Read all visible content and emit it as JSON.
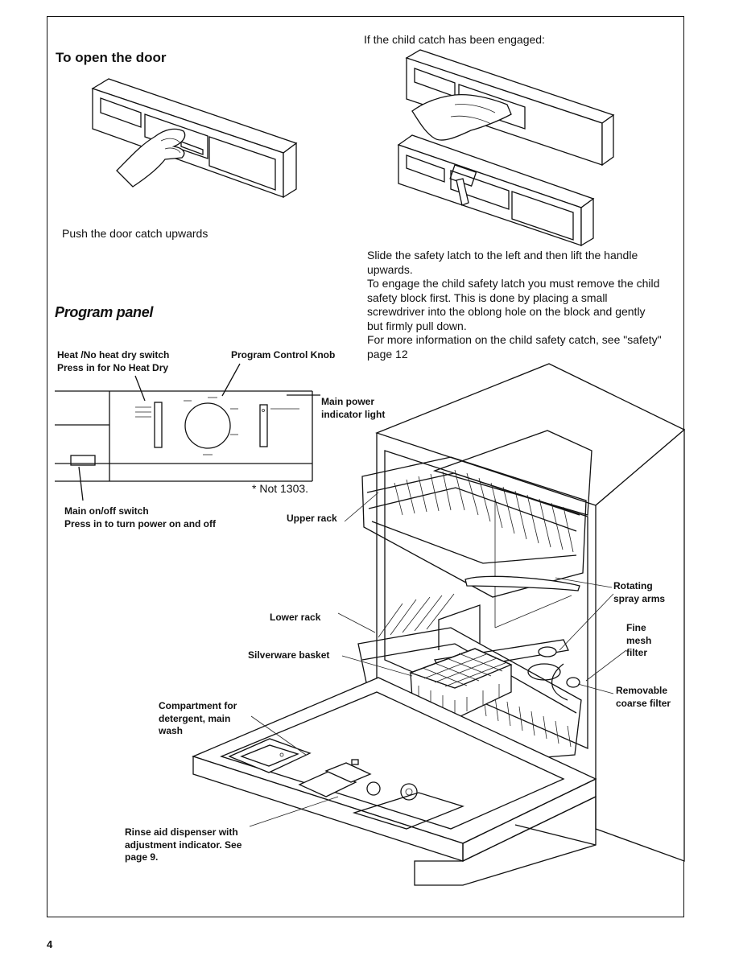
{
  "page": {
    "number": "4"
  },
  "open_door": {
    "heading": "To open the door",
    "instruction": "Push the door catch upwards"
  },
  "child_catch": {
    "intro": "If the child catch has been engaged:",
    "text_lines": [
      "Slide the safety latch to the left and then lift the handle",
      "upwards.",
      "To engage the child safety latch you must remove the child",
      "safety block first. This is done by placing a small",
      "screwdriver into the oblong hole on the block and gently",
      "but firmly pull down.",
      "For more information on the child safety catch, see \"safety\"",
      "page 12"
    ]
  },
  "program_panel": {
    "heading": "Program panel",
    "heat_switch": [
      "Heat /No heat dry switch",
      "Press in for No Heat Dry"
    ],
    "control_knob": "Program Control Knob",
    "power_light": [
      "Main power",
      "indicator light"
    ],
    "onoff_switch": [
      "Main on/off switch",
      "Press in to turn power on and off"
    ],
    "footnote": "* Not 1303."
  },
  "dishwasher_labels": {
    "upper_rack": "Upper rack",
    "spray_arms": [
      "Rotating",
      "spray arms"
    ],
    "fine_filter": [
      "Fine",
      "mesh",
      "filter"
    ],
    "coarse_filter": [
      "Removable",
      "coarse filter"
    ],
    "lower_rack": "Lower rack",
    "silverware": "Silverware basket",
    "detergent": [
      "Compartment for",
      "detergent, main",
      "wash"
    ],
    "rinse_aid": [
      "Rinse aid dispenser with",
      "adjustment indicator. See",
      "page 9."
    ]
  }
}
